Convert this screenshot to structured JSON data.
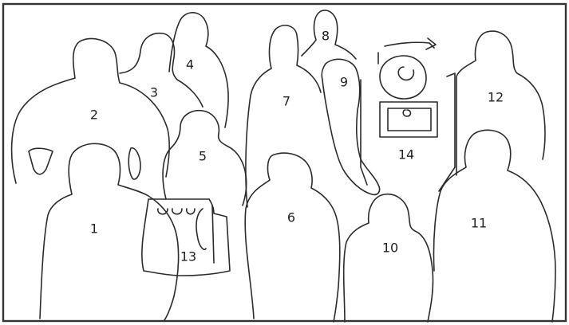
{
  "figure_labels": {
    "n1": "1",
    "n2": "2",
    "n3": "3",
    "n4": "4",
    "n5": "5",
    "n6": "6",
    "n7": "7",
    "n8": "8",
    "n9": "9",
    "n10": "10",
    "n11": "11",
    "n12": "12",
    "n13": "13",
    "n14": "14"
  }
}
